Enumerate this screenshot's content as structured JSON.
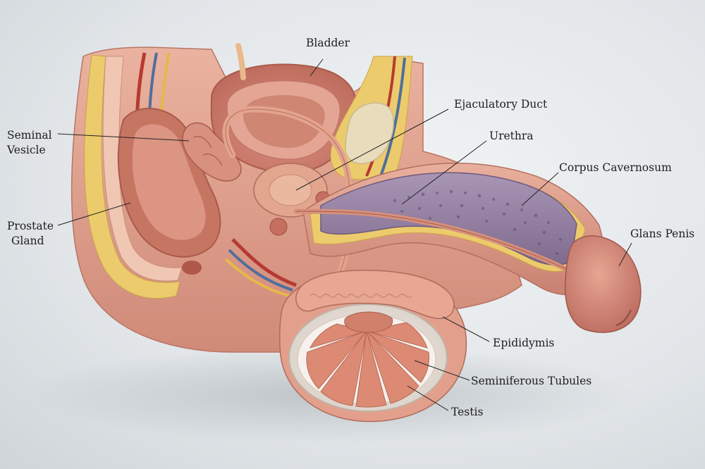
{
  "labels": {
    "bladder": "Bladder",
    "ejaculatory_duct": "Ejaculatory Duct",
    "seminal_vesicle_1": "Seminal",
    "seminal_vesicle_2": "Vesicle",
    "urethra": "Urethra",
    "corpus_cavernosum": "Corpus Cavernosum",
    "prostate_gland_1": "Prostate",
    "prostate_gland_2": "Gland",
    "glans_penis": "Glans Penis",
    "epididymis": "Epididymis",
    "seminiferous_tubules": "Seminiferous Tubules",
    "testis": "Testis"
  },
  "colors": {
    "tissue": "#e7a48f",
    "tissue_dark": "#c9786a",
    "fat": "#eccb6c",
    "corpus": "#9a86a6",
    "vessel_red": "#b63a32",
    "vessel_blue": "#4f6f9b",
    "leader": "#222222"
  }
}
